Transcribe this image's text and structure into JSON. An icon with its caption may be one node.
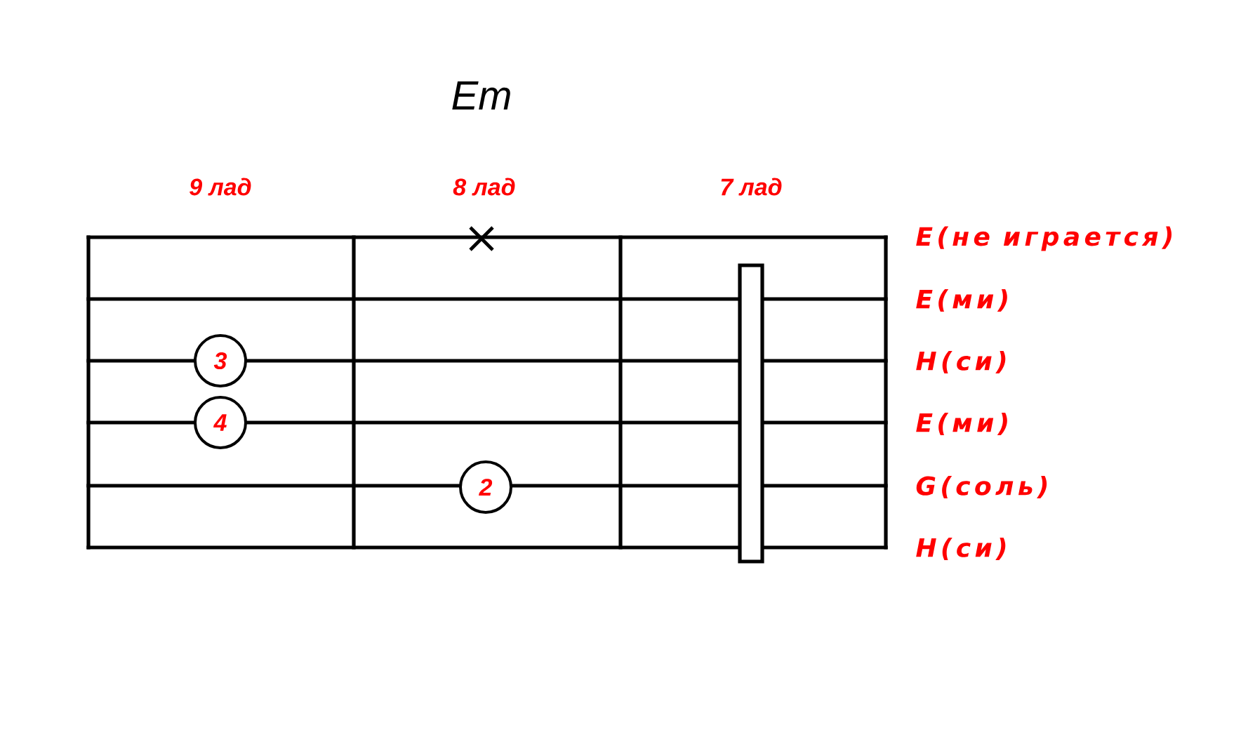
{
  "diagram": {
    "title": "Em",
    "nodes": [
      {
        "text": [],
        "shape": "bar"
      },
      {
        "text": [
          "3"
        ]
      },
      {
        "text": [
          "4"
        ]
      },
      {
        "text": [
          "2"
        ]
      }
    ],
    "labels": [
      "9 лад",
      "8 лад",
      "7 лад",
      "E(не играется)",
      "E(ми)",
      "H(си)",
      "E(ми)",
      "G(соль)",
      "H(си)"
    ]
  }
}
